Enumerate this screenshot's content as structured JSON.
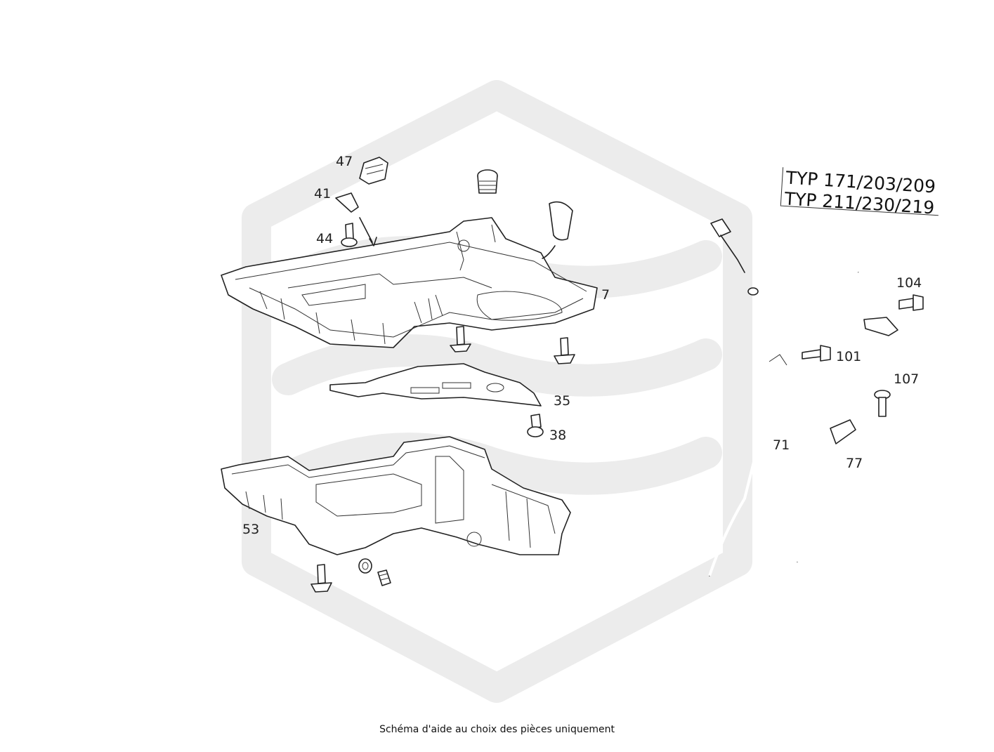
{
  "caption": "Schéma d'aide au choix des pièces uniquement",
  "type_lines": [
    "TYP 171/203/209",
    "TYP 211/230/219"
  ],
  "watermark_color": "#ececec",
  "line_color": "#222222",
  "callouts": [
    {
      "id": "47",
      "label": "47"
    },
    {
      "id": "41",
      "label": "41"
    },
    {
      "id": "44",
      "label": "44"
    },
    {
      "id": "7",
      "label": "7"
    },
    {
      "id": "35",
      "label": "35"
    },
    {
      "id": "38",
      "label": "38"
    },
    {
      "id": "53",
      "label": "53"
    },
    {
      "id": "71",
      "label": "71"
    },
    {
      "id": "101",
      "label": "101"
    },
    {
      "id": "104",
      "label": "104"
    },
    {
      "id": "107",
      "label": "107"
    },
    {
      "id": "77",
      "label": "77"
    }
  ]
}
